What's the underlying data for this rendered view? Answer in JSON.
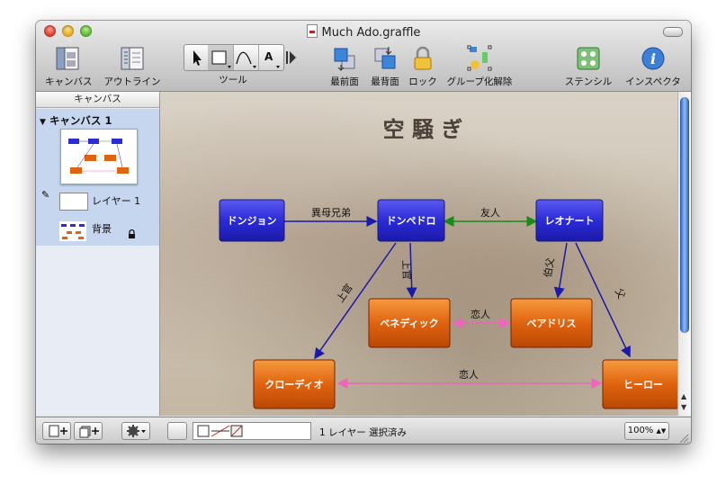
{
  "window": {
    "title": "Much Ado.graffle"
  },
  "toolbar": {
    "canvas_label": "キャンバス",
    "outline_label": "アウトライン",
    "tools_label": "ツール",
    "front_label": "最前面",
    "back_label": "最背面",
    "lock_label": "ロック",
    "ungroup_label": "グループ化解除",
    "stencil_label": "ステンシル",
    "inspector_label": "インスペクタ",
    "text_tool_glyph": "A"
  },
  "sidebar": {
    "header": "キャンバス",
    "canvas_title": "キャンバス 1",
    "layer_name": "レイヤー 1",
    "background_name": "背景"
  },
  "diagram": {
    "title": "空 騒 ぎ",
    "nodes": {
      "don_john": "ドンジョン",
      "don_pedro": "ドンペドロ",
      "leonato": "レオナート",
      "benedick": "ベネディック",
      "beatrice": "ベアドリス",
      "claudio": "クローディオ",
      "hero": "ヒーロー"
    },
    "edges": {
      "half_brother": "異母兄弟",
      "friend": "友人",
      "boss_benedick": "上官",
      "boss_claudio": "上官",
      "uncle": "伯父",
      "father": "父",
      "lovers_top": "恋人",
      "lovers_bottom": "恋人"
    },
    "colors": {
      "blue_node": "#2b2bd8",
      "orange_node": "#e0640f",
      "friend_line": "#1a8a1a",
      "lover_line": "#ee66bb",
      "dark_line": "#1a1aa8"
    }
  },
  "statusbar": {
    "status_text": "1 レイヤー 選択済み",
    "zoom": "100%"
  }
}
